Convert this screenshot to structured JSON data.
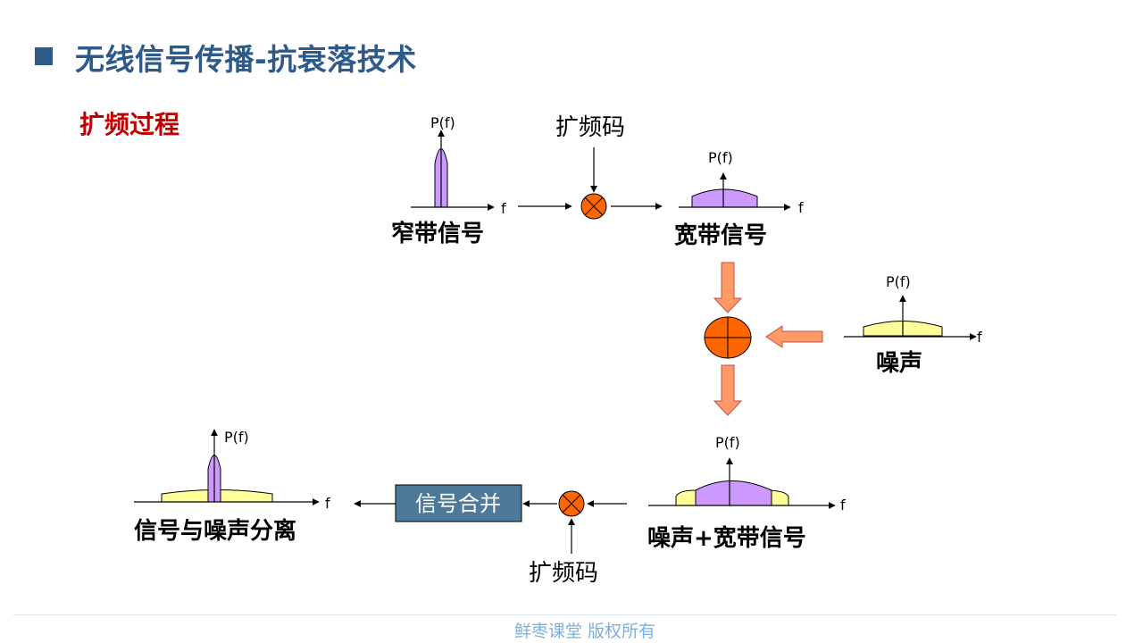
{
  "title": "无线信号传播-抗衰落技术",
  "subtitle": "扩频过程",
  "footer": "鲜枣课堂  版权所有",
  "labels": {
    "narrowband": "窄带信号",
    "wideband": "宽带信号",
    "noise": "噪声",
    "noise_plus_wideband": "噪声+宽带信号",
    "separation": "信号与噪声分离",
    "spreading_code_top": "扩频码",
    "spreading_code_bottom": "扩频码",
    "combine_box": "信号合并",
    "power_axis": "P(f)",
    "freq_axis": "f"
  },
  "colors": {
    "title": "#2e5a8a",
    "subtitle": "#c00000",
    "signal_fill": "#cc99ff",
    "noise_fill": "#ffff99",
    "mixer_fill": "#ff6600",
    "block_arrow": "#ff9966",
    "combine_box": "#4e7a99",
    "footer": "#7fb0dc"
  }
}
